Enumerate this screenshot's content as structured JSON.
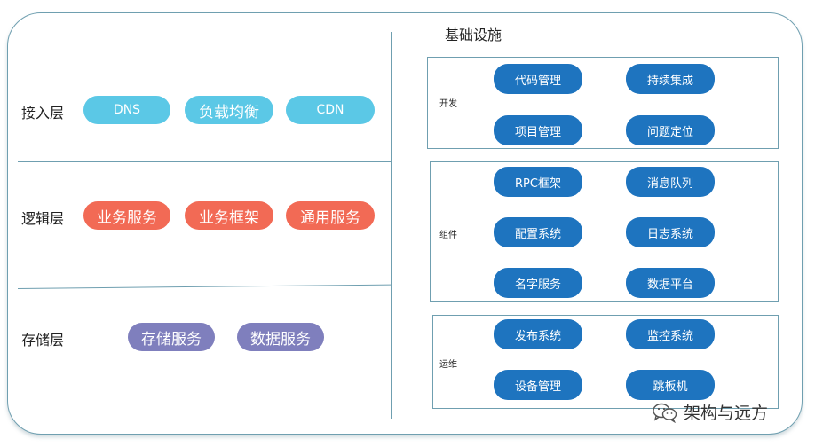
{
  "layers": [
    {
      "label": "接入层",
      "items": [
        "DNS",
        "负载均衡",
        "CDN"
      ],
      "color": "#5bc8e6"
    },
    {
      "label": "逻辑层",
      "items": [
        "业务服务",
        "业务框架",
        "通用服务"
      ],
      "color": "#f26a55"
    },
    {
      "label": "存储层",
      "items": [
        "存储服务",
        "数据服务"
      ],
      "color": "#7f7fbd"
    }
  ],
  "infra": {
    "title": "基础设施",
    "groups": [
      {
        "label": "开发",
        "items": [
          "代码管理",
          "持续集成",
          "项目管理",
          "问题定位"
        ]
      },
      {
        "label": "组件",
        "items": [
          "RPC框架",
          "消息队列",
          "配置系统",
          "日志系统",
          "名字服务",
          "数据平台"
        ]
      },
      {
        "label": "运维",
        "items": [
          "发布系统",
          "监控系统",
          "设备管理",
          "跳板机"
        ]
      }
    ],
    "tag_color": "#1e74bf"
  },
  "watermark": {
    "text": "架构与远方",
    "icon": "wechat-icon"
  }
}
